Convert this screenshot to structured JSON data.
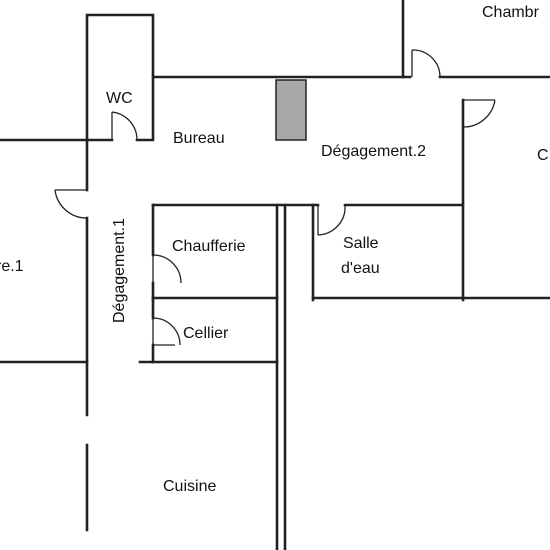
{
  "plan": {
    "shaft_color": "#a8a8a8",
    "wall_color": "#222222",
    "rooms": {
      "chambre_top": "Chambr",
      "chambre_left": "re.1",
      "chambre_right": "C",
      "wc": "WC",
      "bureau": "Bureau",
      "degagement2": "Dégagement.2",
      "degagement1": "Dégagement.1",
      "chaufferie": "Chaufferie",
      "salle_line1": "Salle",
      "salle_line2": "d'eau",
      "cellier": "Cellier",
      "cuisine": "Cuisine"
    }
  }
}
